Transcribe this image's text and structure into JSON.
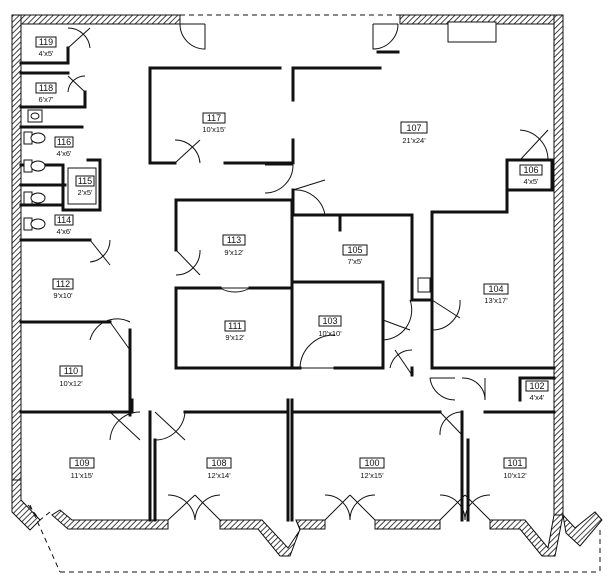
{
  "rooms": [
    {
      "num": "119",
      "dim": "4'x5'"
    },
    {
      "num": "118",
      "dim": "6'x7'"
    },
    {
      "num": "117",
      "dim": "10'x15'"
    },
    {
      "num": "107",
      "dim": "21'x24'"
    },
    {
      "num": "116",
      "dim": "4'x6'"
    },
    {
      "num": "115",
      "dim": "2'x5'"
    },
    {
      "num": "106",
      "dim": "4'x5'"
    },
    {
      "num": "114",
      "dim": "4'x6'"
    },
    {
      "num": "113",
      "dim": "9'x12'"
    },
    {
      "num": "105",
      "dim": "7'x5'"
    },
    {
      "num": "112",
      "dim": "9'x10'"
    },
    {
      "num": "104",
      "dim": "13'x17'"
    },
    {
      "num": "103",
      "dim": "10'x10'"
    },
    {
      "num": "111",
      "dim": "9'x12'"
    },
    {
      "num": "110",
      "dim": "10'x12'"
    },
    {
      "num": "102",
      "dim": "4'x4'"
    },
    {
      "num": "109",
      "dim": "11'x15'"
    },
    {
      "num": "108",
      "dim": "12'x14'"
    },
    {
      "num": "100",
      "dim": "12'x15'"
    },
    {
      "num": "101",
      "dim": "10'x12'"
    }
  ]
}
